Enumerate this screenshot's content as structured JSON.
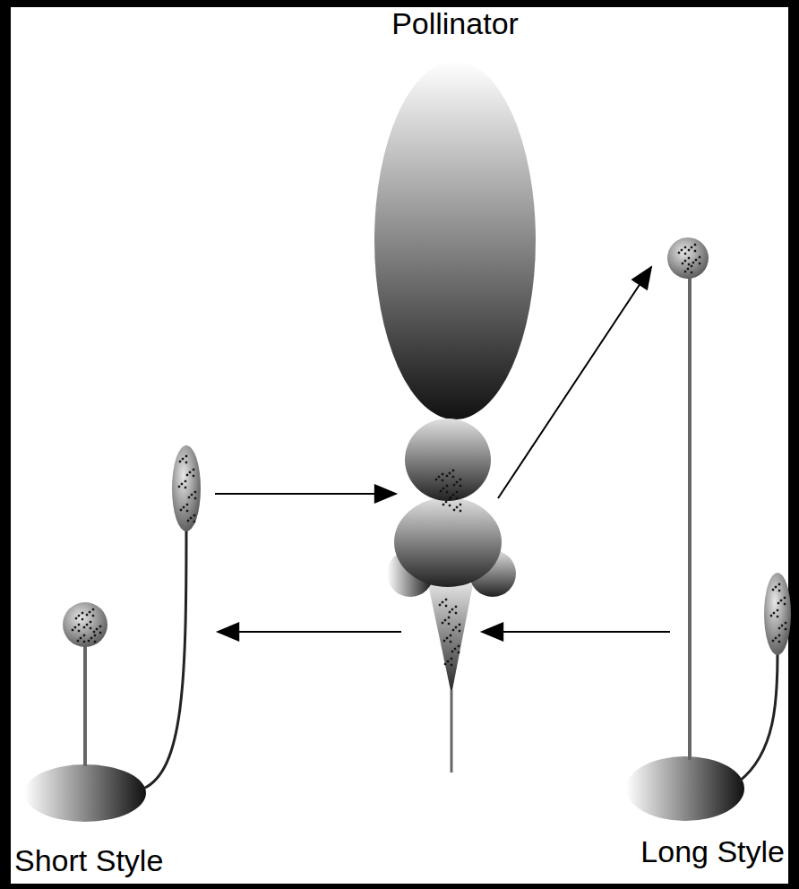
{
  "diagram": {
    "labels": [
      "Pollinator",
      "Short Style",
      "Long Style"
    ]
  }
}
